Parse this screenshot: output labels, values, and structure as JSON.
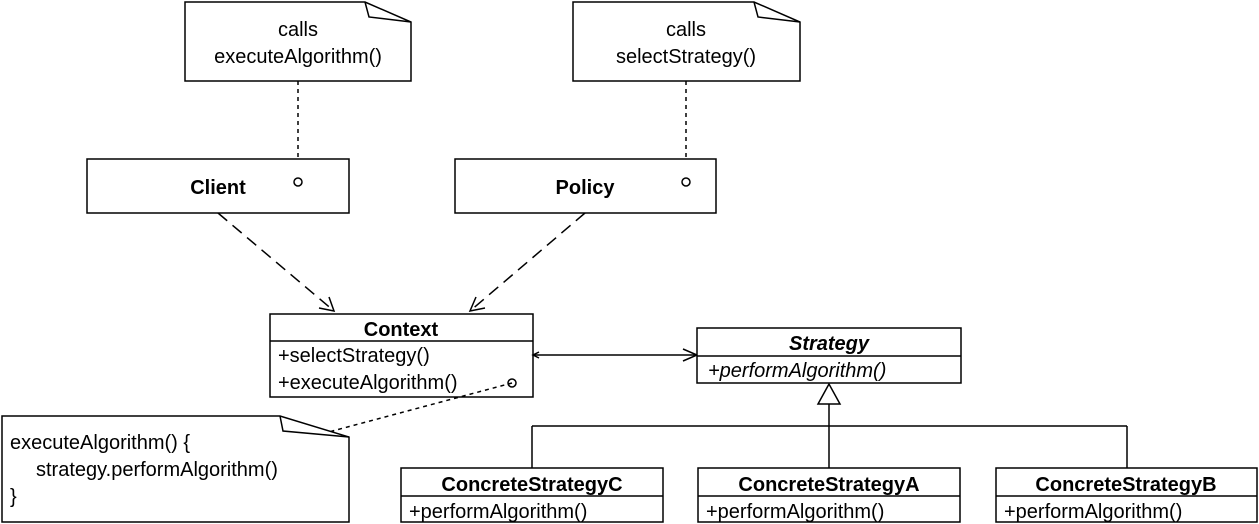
{
  "notes": {
    "client_note": {
      "line1": "calls",
      "line2": "executeAlgorithm()"
    },
    "policy_note": {
      "line1": "calls",
      "line2": "selectStrategy()"
    },
    "code_note": {
      "line1": "executeAlgorithm() {",
      "line2": "strategy.performAlgorithm()",
      "line3": "}"
    }
  },
  "classes": {
    "client": {
      "name": "Client"
    },
    "policy": {
      "name": "Policy"
    },
    "context": {
      "name": "Context",
      "ops": [
        "+selectStrategy()",
        "+executeAlgorithm()"
      ]
    },
    "strategy": {
      "name": "Strategy",
      "ops": [
        "+performAlgorithm()"
      ]
    },
    "concrete_c": {
      "name": "ConcreteStrategyC",
      "ops": [
        "+performAlgorithm()"
      ]
    },
    "concrete_a": {
      "name": "ConcreteStrategyA",
      "ops": [
        "+performAlgorithm()"
      ]
    },
    "concrete_b": {
      "name": "ConcreteStrategyB",
      "ops": [
        "+performAlgorithm()"
      ]
    }
  }
}
